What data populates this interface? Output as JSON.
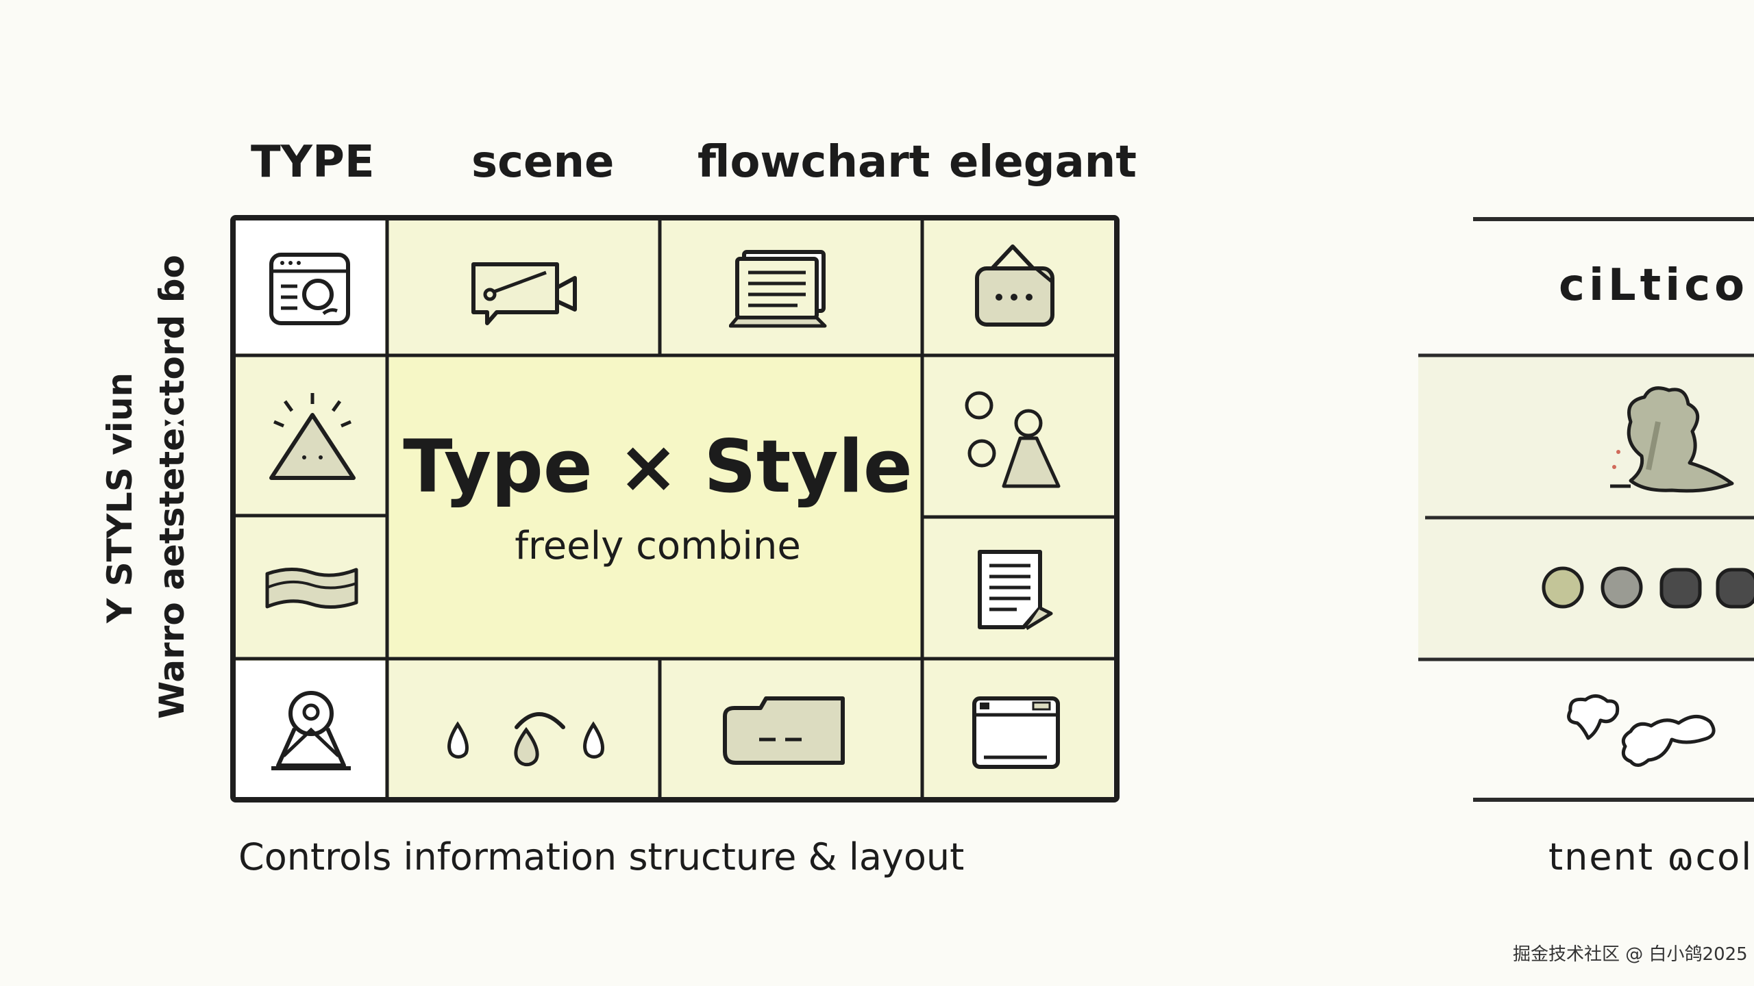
{
  "headers": {
    "h1": "TYPE",
    "h2": "scene",
    "h3": "flowchart",
    "h4": "elegant"
  },
  "side": {
    "line1": "Y STYLS viun",
    "line2": "Warro aetsteteːctord ɓo"
  },
  "center": {
    "title": "Type × Style",
    "subtitle": "freely combine"
  },
  "caption": "Controls information structure & layout",
  "right": {
    "title": "ciLtico",
    "caption": "tnent ɷcol"
  },
  "watermark": "掘金技术社区 @ 白小鸽2025",
  "colors": {
    "cell": "#f5f6d6",
    "center": "#f6f7c6",
    "line": "#1e1e1e",
    "iconFill": "#dcdcc0"
  }
}
